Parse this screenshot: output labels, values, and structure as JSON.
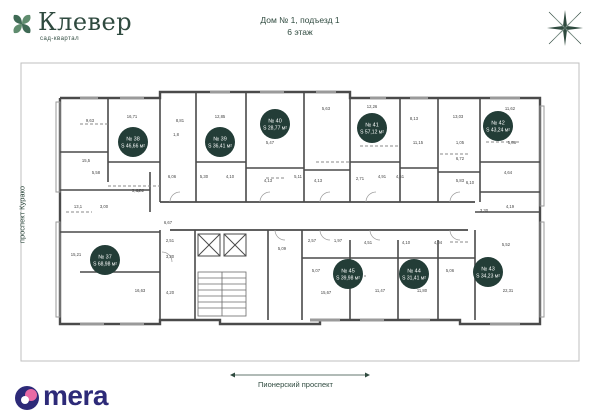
{
  "brand": {
    "name": "Клевер",
    "subtitle": "сад-квартал"
  },
  "header": {
    "line1": "Дом № 1, подъезд 1",
    "line2": "6 этаж"
  },
  "streets": {
    "left": "проспект Курако",
    "bottom": "Пионерский проспект"
  },
  "developer": {
    "name": "mera"
  },
  "colors": {
    "apartment_badge": "#233d37",
    "walls": "#5a5a5a",
    "brand": "#2f4a3f",
    "developer": "#2d2a78"
  },
  "apartments": [
    {
      "number": "№ 38",
      "area": "S 46,66 м²"
    },
    {
      "number": "№ 39",
      "area": "S 36,41 м²"
    },
    {
      "number": "№ 40",
      "area": "S 28,77 м²"
    },
    {
      "number": "№ 41",
      "area": "S 57,12 м²"
    },
    {
      "number": "№ 42",
      "area": "S 43,24 м²"
    },
    {
      "number": "№ 37",
      "area": "S 68,98 м²"
    },
    {
      "number": "№ 45",
      "area": "S 39,98 м²"
    },
    {
      "number": "№ 44",
      "area": "S 31,41 м²"
    },
    {
      "number": "№ 43",
      "area": "S 34,23 м²"
    }
  ],
  "room_labels": [
    "9,63",
    "16,71",
    "8,81",
    "12,85",
    "16,40",
    "5,63",
    "12,26",
    "8,13",
    "13,03",
    "11,62",
    "15,5",
    "1,8",
    "5,47",
    "11,15",
    "1,05",
    "5,86",
    "5,58",
    "6,06",
    "5,30",
    "4,10",
    "4,13",
    "5,11",
    "4,13",
    "2,71",
    "4,91",
    "4,51",
    "6,72",
    "4,64",
    "13,1",
    "3,00",
    "4,62",
    "5,83",
    "6,10",
    "3,30",
    "4,19",
    "6,67",
    "2,51",
    "2,57",
    "1,97",
    "4,51",
    "4,10",
    "4,04",
    "5,52",
    "15,21",
    "3,30",
    "5,09",
    "5,07",
    "5,06",
    "16,63",
    "4,20",
    "15,67",
    "11,47",
    "11,80",
    "22,31",
    "3,44"
  ]
}
